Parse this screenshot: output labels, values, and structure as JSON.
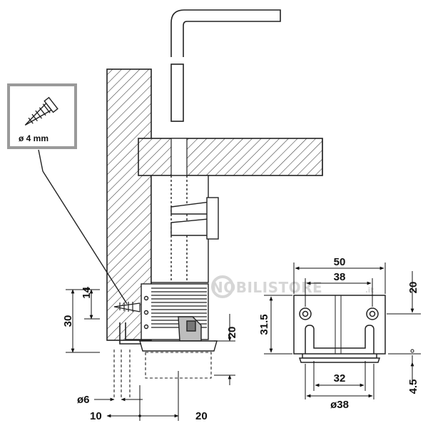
{
  "watermark": {
    "brand": "NOBILISTORE",
    "suffix": ".it"
  },
  "callout": {
    "screw_label": "ø 4 mm"
  },
  "side_view": {
    "dim_14": "14",
    "dim_30": "30",
    "dim_20_right": "20",
    "dim_phi6": "ø6",
    "dim_10": "10",
    "dim_20_bottom": "20"
  },
  "front_view": {
    "dim_50": "50",
    "dim_38_top": "38",
    "dim_31_5": "31.5",
    "dim_20_right": "20",
    "dim_4_5": "4.5",
    "dim_32": "32",
    "dim_phi38": "ø38"
  },
  "colors": {
    "line": "#222222",
    "hatch": "#333333",
    "callout_frame": "#8a8a8a",
    "watermark": "#d6d6d6"
  }
}
